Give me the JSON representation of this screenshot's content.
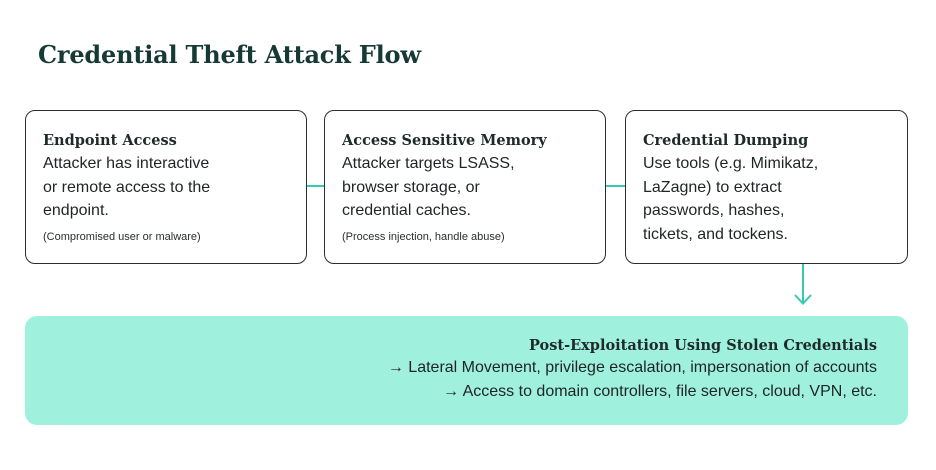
{
  "title": "Credential Theft Attack Flow",
  "steps": [
    {
      "title": "Endpoint Access",
      "lines": [
        "Attacker has interactive",
        "or remote access to the",
        "endpoint."
      ],
      "note": "(Compromised user or malware)"
    },
    {
      "title": "Access Sensitive Memory",
      "lines": [
        "Attacker targets LSASS,",
        "browser storage, or",
        "credential caches."
      ],
      "note": "(Process injection, handle abuse)"
    },
    {
      "title": "Credential Dumping",
      "lines": [
        "Use tools (e.g. Mimikatz,",
        "LaZagne) to extract",
        "passwords, hashes,",
        "tickets, and tockens."
      ],
      "note": ""
    }
  ],
  "result": {
    "title": "Post-Exploitation Using Stolen Credentials",
    "lines": [
      "→ Lateral Movement, privilege escalation, impersonation of accounts",
      "→ Access to domain controllers, file servers, cloud, VPN, etc."
    ]
  },
  "colors": {
    "accent": "#37c9b1",
    "result_fill": "#9ff0dd",
    "title": "#163a33",
    "border": "#2b2f2f"
  },
  "icons": {
    "connector": "connector-line",
    "flow": "arrow-down-icon"
  }
}
